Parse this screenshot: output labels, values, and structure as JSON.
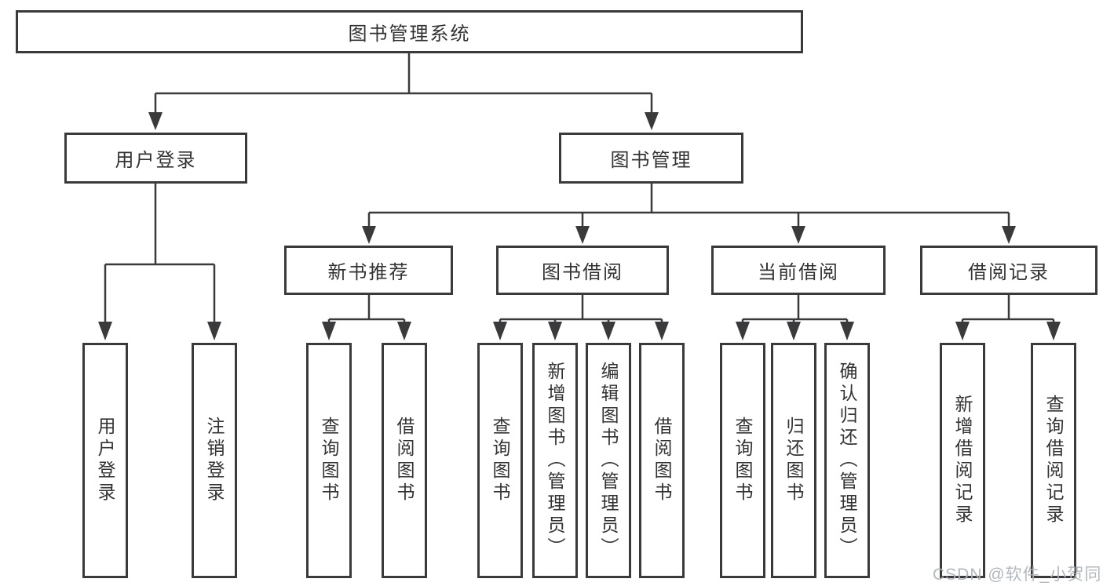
{
  "diagram_type": "function-structure-tree",
  "colors": {
    "line": "#3a3a3c",
    "box_border": "#3a3a3c",
    "text": "#333333",
    "background": "#ffffff",
    "watermark": "#afb4ba"
  },
  "tree": {
    "label": "图书管理系统",
    "children": [
      {
        "label": "用户登录",
        "children": [
          {
            "label": "用户登录"
          },
          {
            "label": "注销登录"
          }
        ]
      },
      {
        "label": "图书管理",
        "children": [
          {
            "label": "新书推荐",
            "children": [
              {
                "label": "查询图书"
              },
              {
                "label": "借阅图书"
              }
            ]
          },
          {
            "label": "图书借阅",
            "children": [
              {
                "label": "查询图书"
              },
              {
                "label": "新增图书（管理员）"
              },
              {
                "label": "编辑图书（管理员）"
              },
              {
                "label": "借阅图书"
              }
            ]
          },
          {
            "label": "当前借阅",
            "children": [
              {
                "label": "查询图书"
              },
              {
                "label": "归还图书"
              },
              {
                "label": "确认归还（管理员）"
              }
            ]
          },
          {
            "label": "借阅记录",
            "children": [
              {
                "label": "新增借阅记录"
              },
              {
                "label": "查询借阅记录"
              }
            ]
          }
        ]
      }
    ]
  },
  "watermark": {
    "text": "CSDN @软件_小贺同学"
  }
}
